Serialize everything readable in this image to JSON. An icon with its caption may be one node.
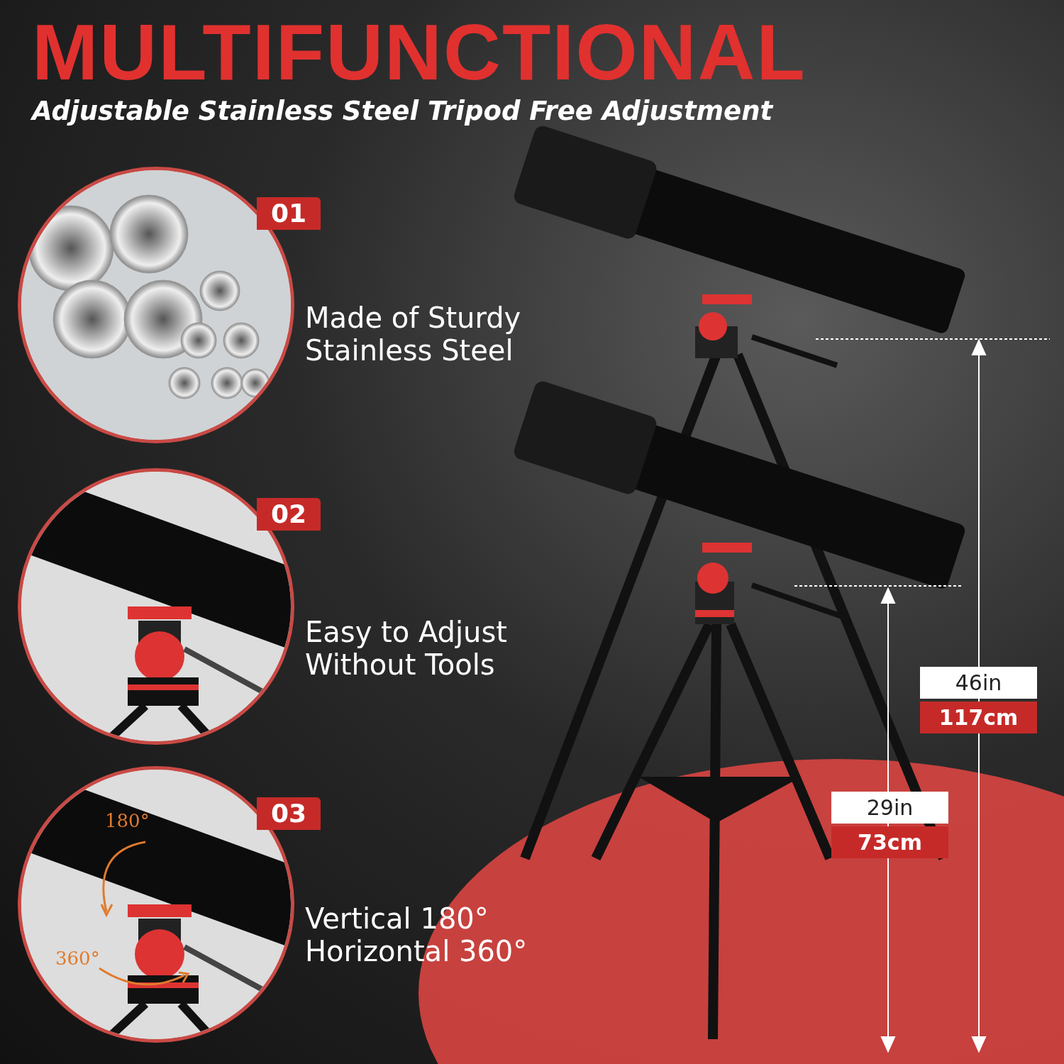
{
  "diagram": {
    "title": "MULTIFUNCTIONAL",
    "labels": [
      "Adjustable Stainless Steel Tripod Free Adjustment",
      "01",
      "Made of Sturdy Stainless Steel",
      "02",
      "Easy to Adjust Without Tools",
      "03",
      "180°",
      "360°",
      "Vertical 180° Horizontal 360°",
      "46in",
      "117cm",
      "29in",
      "73cm"
    ]
  }
}
